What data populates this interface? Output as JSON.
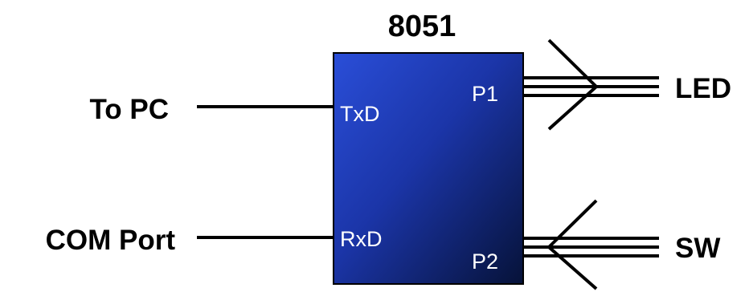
{
  "diagram": {
    "chip_title": "8051",
    "pins": {
      "txd": "TxD",
      "rxd": "RxD",
      "p1": "P1",
      "p2": "P2"
    },
    "left_labels": {
      "to_pc": "To PC",
      "com_port": "COM Port"
    },
    "right_labels": {
      "led": "LED",
      "sw": "SW"
    },
    "colors": {
      "chip_light": "#2A4ED8",
      "chip_dark": "#061238",
      "chip_border": "#000000",
      "text": "#000000",
      "pin_text": "#FFFFFF"
    }
  }
}
